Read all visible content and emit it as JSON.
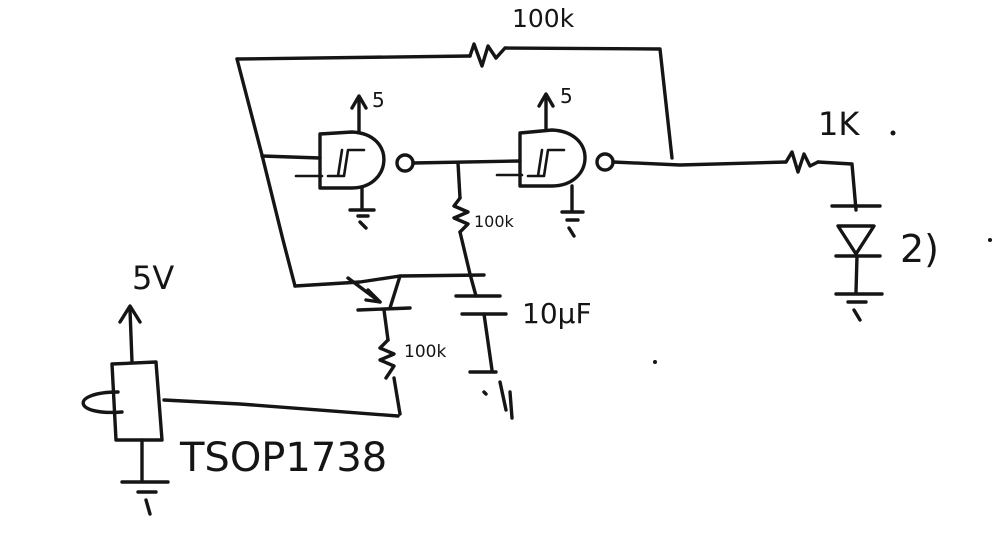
{
  "labels": {
    "feedback_resistor": "100k",
    "gate1_supply": "5",
    "gate2_supply": "5",
    "led_resistor": "1K",
    "mid_resistor": "100k",
    "capacitor": "10µF",
    "transistor_resistor": "100k",
    "sensor_supply": "5V",
    "sensor_part": "TSOP1738",
    "led_mark": "2)"
  },
  "colors": {
    "ink": "#151515",
    "paper": "#ffffff"
  }
}
